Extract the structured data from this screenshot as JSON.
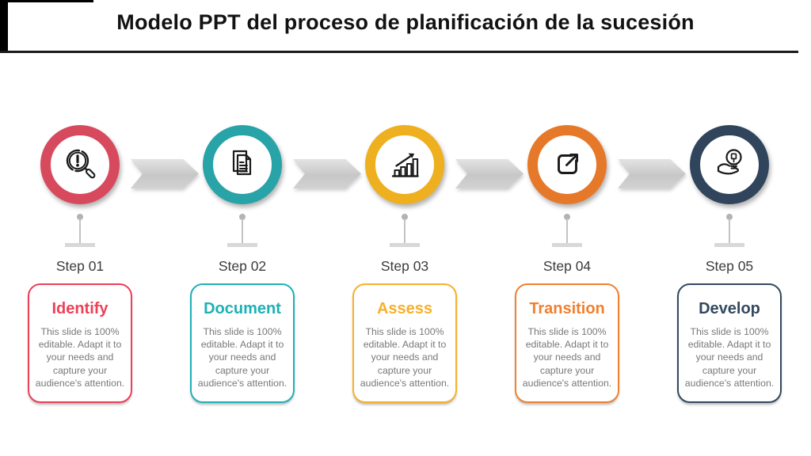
{
  "header": {
    "title": "Modelo PPT del proceso de planificación de la sucesión"
  },
  "steps": [
    {
      "label": "Step 01",
      "title": "Identify",
      "description": "This slide is 100% editable. Adapt it to your needs and capture your audience's attention.",
      "icon": "magnifier-alert-icon",
      "ring_color": "#d74a5e",
      "accent_color": "#ee3f57"
    },
    {
      "label": "Step 02",
      "title": "Document",
      "description": "This slide is 100% editable. Adapt it to your needs and capture your audience's attention.",
      "icon": "documents-icon",
      "ring_color": "#28a3a8",
      "accent_color": "#1db1b6"
    },
    {
      "label": "Step 03",
      "title": "Assess",
      "description": "This slide is 100% editable. Adapt it to your needs and capture your audience's attention.",
      "icon": "growth-chart-icon",
      "ring_color": "#eeb01f",
      "accent_color": "#f7b02a"
    },
    {
      "label": "Step 04",
      "title": "Transition",
      "description": "This slide is 100% editable. Adapt it to your needs and capture your audience's attention.",
      "icon": "external-link-icon",
      "ring_color": "#e6782a",
      "accent_color": "#f0802f"
    },
    {
      "label": "Step 05",
      "title": "Develop",
      "description": "This slide is 100% editable. Adapt it to your needs and capture your audience's attention.",
      "icon": "hand-bulb-icon",
      "ring_color": "#30455c",
      "accent_color": "#33495f"
    }
  ]
}
